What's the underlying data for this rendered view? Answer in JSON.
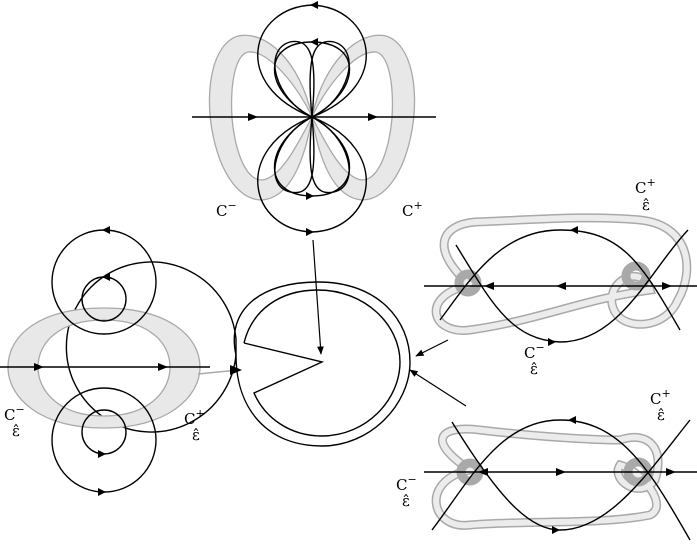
{
  "labels": {
    "top_left": "C",
    "top_left_sup": "−",
    "top_right": "C",
    "top_right_sup": "+",
    "left_left": "C",
    "left_left_sup": "−",
    "left_left_sub": "ε̂",
    "left_right": "C",
    "left_right_sup": "+",
    "left_right_sub": "ε̂",
    "right_top_c": "C",
    "right_top_c_sup": "+",
    "right_top_c_sub": "ε̂",
    "right_top_minus": "C",
    "right_top_minus_sup": "−",
    "right_top_minus_sub": "ε̂",
    "right_bot_plus": "C",
    "right_bot_plus_sup": "+",
    "right_bot_plus_sub": "ε̂",
    "right_bot_minus": "C",
    "right_bot_minus_sup": "−",
    "right_bot_minus_sub": "ε̂"
  }
}
